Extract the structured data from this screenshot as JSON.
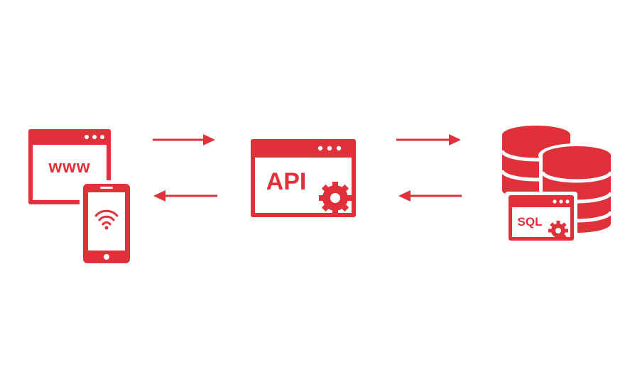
{
  "colors": {
    "accent": "#e0313a",
    "background": "#ffffff"
  },
  "client": {
    "browser_label": "www",
    "browser_icon": "browser-window-icon",
    "phone_icon": "smartphone-wifi-icon"
  },
  "api": {
    "label": "API",
    "icon": "api-window-gear-icon"
  },
  "database": {
    "label": "SQL",
    "icon": "database-stack-icon"
  },
  "arrows": [
    {
      "direction": "right",
      "icon": "arrow-right-icon"
    },
    {
      "direction": "left",
      "icon": "arrow-left-icon"
    },
    {
      "direction": "right",
      "icon": "arrow-right-icon"
    },
    {
      "direction": "left",
      "icon": "arrow-left-icon"
    }
  ]
}
